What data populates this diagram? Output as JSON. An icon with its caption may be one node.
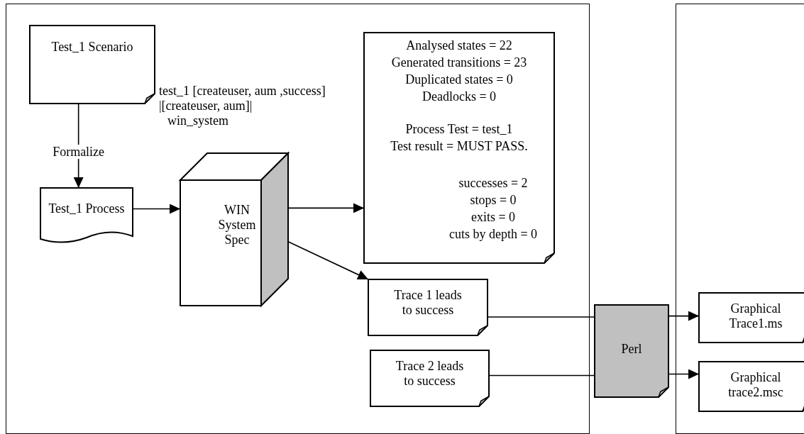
{
  "diagram": {
    "nodes": [
      {
        "text": [],
        "shape": "box"
      },
      {
        "text": [],
        "shape": "box"
      },
      {
        "text": [
          "Test_1 Scenario"
        ],
        "in": 0
      },
      {
        "text": [
          "Test_1 Process"
        ],
        "in": 0
      },
      {
        "text": [
          "WIN System Spec"
        ],
        "in": 0
      },
      {
        "text": [
          "Analysed states = 22",
          "Generated transitions = 23",
          "Duplicated states = 0",
          "Deadlocks = 0",
          "Process Test = test_1",
          "Test result = MUST PASS.",
          "successes = 2",
          "stops = 0",
          "exits = 0",
          "cuts by depth = 0"
        ],
        "in": 0
      },
      {
        "text": [
          "Trace 1 leads to success"
        ],
        "in": 0
      },
      {
        "text": [
          "Trace 2 leads to success"
        ],
        "in": 0
      },
      {
        "text": [
          "Perl"
        ]
      },
      {
        "text": [
          "Graphical Trace1.ms"
        ],
        "in": 1
      },
      {
        "text": [
          "Graphical trace2.msc"
        ],
        "in": 1
      }
    ],
    "edges": [
      {
        "from": 2,
        "to": 3,
        "arrow": "to",
        "label": "Formalize"
      },
      {
        "from": 3,
        "to": 4,
        "arrow": "to"
      },
      {
        "from": 4,
        "to": 5,
        "arrow": "to"
      },
      {
        "from": 4,
        "to": 6,
        "arrow": "to"
      },
      {
        "from": 6,
        "to": 8,
        "arrow": "none"
      },
      {
        "from": 7,
        "to": 8,
        "arrow": "none"
      },
      {
        "from": 8,
        "to": 9,
        "arrow": "to"
      },
      {
        "from": 8,
        "to": 10,
        "arrow": "to"
      }
    ],
    "labels": [
      "test_1 [createuser, aum ,success]",
      "|[createuser, aum]|",
      "win_system"
    ]
  }
}
